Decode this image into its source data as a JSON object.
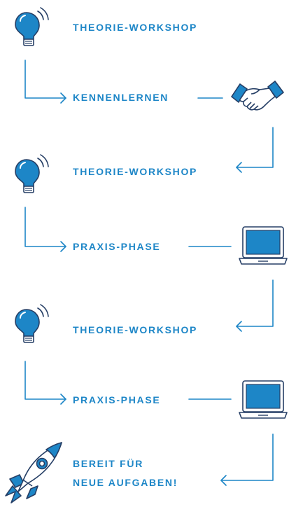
{
  "steps": [
    {
      "label": "THEORIE-WORKSHOP",
      "icon": "lightbulb-icon"
    },
    {
      "label": "KENNENLERNEN",
      "icon": "handshake-icon"
    },
    {
      "label": "THEORIE-WORKSHOP",
      "icon": "lightbulb-icon"
    },
    {
      "label": "PRAXIS-PHASE",
      "icon": "laptop-icon"
    },
    {
      "label": "THEORIE-WORKSHOP",
      "icon": "lightbulb-icon"
    },
    {
      "label": "PRAXIS-PHASE",
      "icon": "laptop-icon"
    },
    {
      "label_line1": "BEREIT FÜR",
      "label_line2": "NEUE AUFGABEN!",
      "icon": "rocket-icon"
    }
  ],
  "colors": {
    "accent": "#1d86c7",
    "icon_fill": "#1d86c7",
    "outline": "#263f66",
    "background": "#ffffff"
  }
}
